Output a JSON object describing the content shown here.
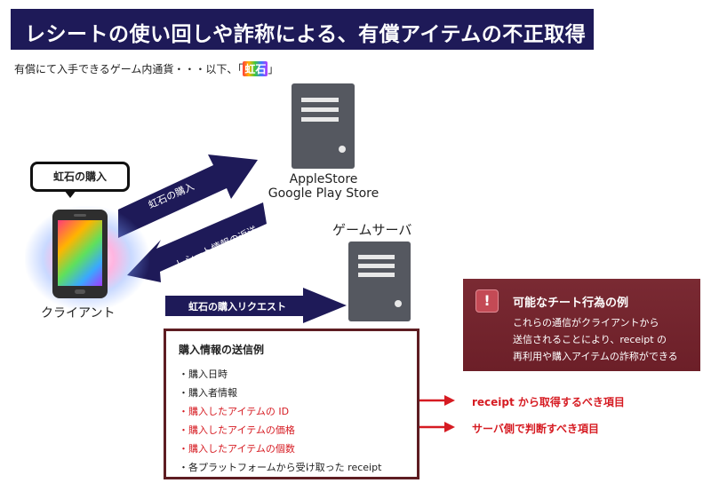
{
  "title": "レシートの使い回しや詐称による、有償アイテムの不正取得",
  "subtitle": {
    "text": "有償にて入手できるゲーム内通貨・・・以下、「",
    "coin": "虹石",
    "close": "」"
  },
  "client": {
    "speech": "虹石の購入",
    "label": "クライアント"
  },
  "store": {
    "line1": "AppleStore",
    "line2": "Google Play Store"
  },
  "game_server": {
    "label": "ゲームサーバ"
  },
  "arrows": {
    "purchase": "虹石の購入",
    "receipt_return": "レシート情報の返送",
    "purchase_request": "虹石の購入リクエスト"
  },
  "info_box": {
    "title": "購入情報の送信例",
    "items": [
      {
        "text": "・購入日時",
        "color": "#222222"
      },
      {
        "text": "・購入者情報",
        "color": "#222222"
      },
      {
        "text": "・購入したアイテムの ID",
        "color": "#d61b22"
      },
      {
        "text": "・購入したアイテムの価格",
        "color": "#d61b22"
      },
      {
        "text": "・購入したアイテムの個数",
        "color": "#d61b22"
      },
      {
        "text": "・各プラットフォームから受け取った receipt",
        "color": "#222222"
      }
    ]
  },
  "cheat_box": {
    "badge": "!",
    "title": "可能なチート行為の例",
    "lines": [
      "これらの通信がクライアントから",
      "送信されることにより、receipt の",
      "再利用や購入アイテムの詐称ができる"
    ]
  },
  "results": {
    "from_receipt": "receipt から取得するべき項目",
    "server_judge": "サーバ側で判断すべき項目"
  },
  "colors": {
    "navy": "#1e1a58",
    "accent_red": "#d61b22",
    "dark_red": "#6c1f28",
    "server_gray": "#555860"
  },
  "icons": [
    "smartphone-icon",
    "server-icon",
    "warning-icon"
  ]
}
